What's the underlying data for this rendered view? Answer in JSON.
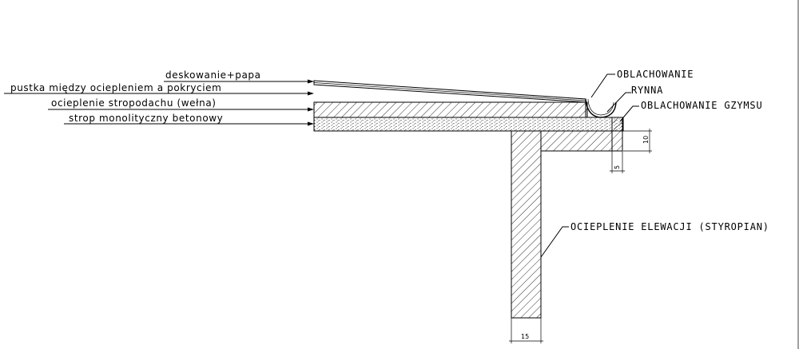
{
  "labels": {
    "left": {
      "deskowanie": "deskowanie+papa",
      "pustka": "pustka między ociepleniem a pokryciem",
      "ocieplenie_stropodachu": "ocieplenie stropodachu (wełna)",
      "strop": "strop monolityczny betonowy"
    },
    "right": {
      "oblachowanie": "OBLACHOWANIE",
      "rynna": "RYNNA",
      "oblachowanie_gzymsu": "OBLACHOWANIE GZYMSU",
      "ocieplenie_elewacji": "OCIEPLENIE ELEWACJI (STYROPIAN)"
    }
  },
  "dimensions": {
    "cornice_height": "10",
    "cornice_width": "5",
    "wall_insulation_width": "15"
  }
}
